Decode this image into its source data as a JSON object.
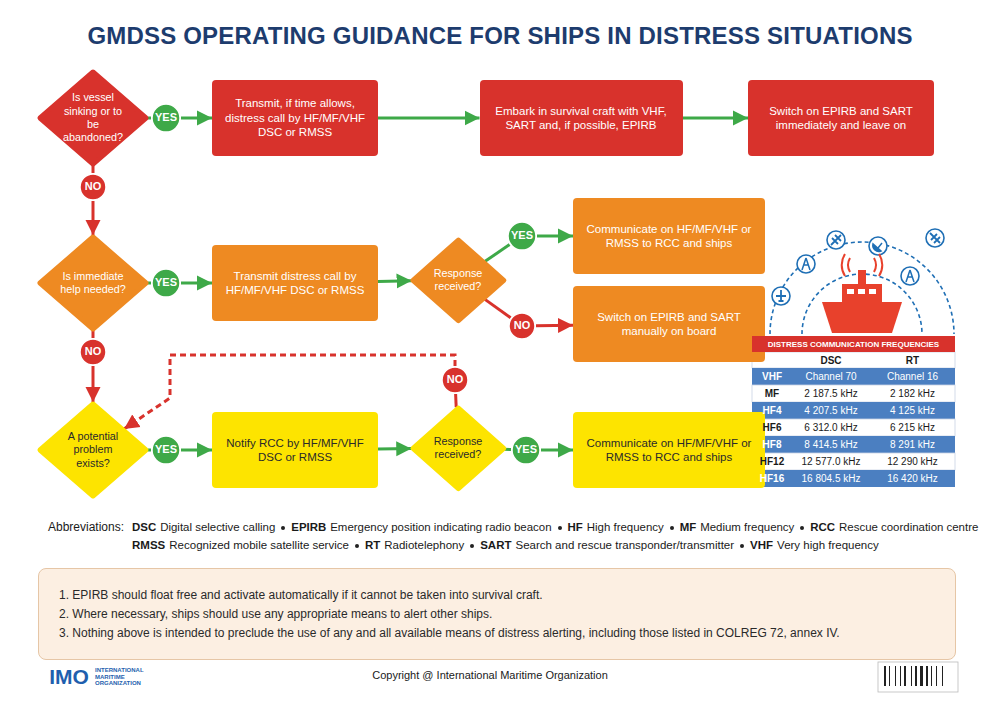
{
  "diagram": {
    "title": "GMDSS OPERATING GUIDANCE FOR SHIPS IN DISTRESS SITUATIONS",
    "nodes": [
      {
        "text": [
          "Is vessel sinking or to be abandoned?"
        ]
      },
      {
        "text": [
          "YES"
        ]
      },
      {
        "text": [
          "Transmit, if time allows, distress call by HF/MF/VHF DSC or RMSS"
        ]
      },
      {
        "text": [
          "Embark in survival craft with VHF, SART and, if possible, EPIRB"
        ]
      },
      {
        "text": [
          "Switch on EPIRB and SART immediately and leave on"
        ]
      },
      {
        "text": [
          "NO"
        ]
      },
      {
        "text": [
          "Is immediate help needed?"
        ]
      },
      {
        "text": [
          "YES"
        ]
      },
      {
        "text": [
          "Transmit distress call by HF/MF/VHF DSC or RMSS"
        ]
      },
      {
        "text": [
          "Response received?"
        ]
      },
      {
        "text": [
          "YES"
        ]
      },
      {
        "text": [
          "Communicate on HF/MF/VHF or RMSS to RCC and ships"
        ]
      },
      {
        "text": [
          "NO"
        ]
      },
      {
        "text": [
          "Switch on EPIRB and SART manually on board"
        ]
      },
      {
        "text": [
          "NO"
        ]
      },
      {
        "text": [
          "NO"
        ]
      },
      {
        "text": [
          "A potential problem exists?"
        ]
      },
      {
        "text": [
          "YES"
        ]
      },
      {
        "text": [
          "Notify RCC by HF/MF/VHF DSC or RMSS"
        ]
      },
      {
        "text": [
          "Response received?"
        ]
      },
      {
        "text": [
          "YES"
        ]
      },
      {
        "text": [
          "Communicate on HF/MF/VHF or RMSS to RCC and ships"
        ]
      },
      {
        "text": [
          "1. EPIRB should float free and activate automatically if it cannot be taken into survival craft.",
          "2. Where necessary, ships should use any appropriate means to alert other ships.",
          "3. Nothing above is intended to preclude the use of any and all available means of distress alerting, including those listed in COLREG 72, annex IV."
        ]
      }
    ],
    "edges": [
      {
        "from": 0,
        "to": 1,
        "arrow": "none"
      },
      {
        "from": 1,
        "to": 2,
        "arrow": "to"
      },
      {
        "from": 2,
        "to": 3,
        "arrow": "to"
      },
      {
        "from": 3,
        "to": 4,
        "arrow": "to"
      },
      {
        "from": 0,
        "to": 5,
        "arrow": "none"
      },
      {
        "from": 5,
        "to": 6,
        "arrow": "to"
      },
      {
        "from": 6,
        "to": 7,
        "arrow": "none"
      },
      {
        "from": 7,
        "to": 8,
        "arrow": "to"
      },
      {
        "from": 8,
        "to": 9,
        "arrow": "to"
      },
      {
        "from": 9,
        "to": 10,
        "arrow": "none"
      },
      {
        "from": 10,
        "to": 11,
        "arrow": "to"
      },
      {
        "from": 9,
        "to": 12,
        "arrow": "none"
      },
      {
        "from": 12,
        "to": 13,
        "arrow": "to"
      },
      {
        "from": 6,
        "to": 14,
        "arrow": "none"
      },
      {
        "from": 14,
        "to": 16,
        "arrow": "to"
      },
      {
        "from": 16,
        "to": 17,
        "arrow": "none"
      },
      {
        "from": 17,
        "to": 18,
        "arrow": "to"
      },
      {
        "from": 18,
        "to": 19,
        "arrow": "to"
      },
      {
        "from": 19,
        "to": 20,
        "arrow": "none"
      },
      {
        "from": 20,
        "to": 21,
        "arrow": "to"
      },
      {
        "from": 19,
        "to": 15,
        "arrow": "none"
      },
      {
        "from": 15,
        "to": 16,
        "arrow": "to"
      }
    ],
    "labels": [
      "DISTRESS COMMUNICATION FREQUENCIES",
      "DSC",
      "RT",
      "VHF",
      "Channel 70",
      "Channel 16",
      "MF",
      "2 187.5 kHz",
      "2 182 kHz",
      "HF4",
      "4 207.5 kHz",
      "4 125 kHz",
      "HF6",
      "6 312.0 kHz",
      "6 215 kHz",
      "HF8",
      "8 414.5 kHz",
      "8 291 kHz",
      "HF12",
      "12 577.0 kHz",
      "12 290 kHz",
      "HF16",
      "16 804.5 kHz",
      "16 420 kHz",
      "Abbreviations:",
      "DSC",
      "Digital selective calling",
      "EPIRB",
      "Emergency position indicating radio beacon",
      "HF",
      "High frequency",
      "MF",
      "Medium frequency",
      "RCC",
      "Rescue coordination centre",
      "RMSS",
      "Recognized mobile satellite service",
      "RT",
      "Radiotelephony",
      "SART",
      "Search and rescue transponder/transmitter",
      "VHF",
      "Very high frequency",
      "IMO",
      "INTERNATIONAL MARITIME ORGANIZATION",
      "Copyright @ International Maritime Organization"
    ]
  }
}
